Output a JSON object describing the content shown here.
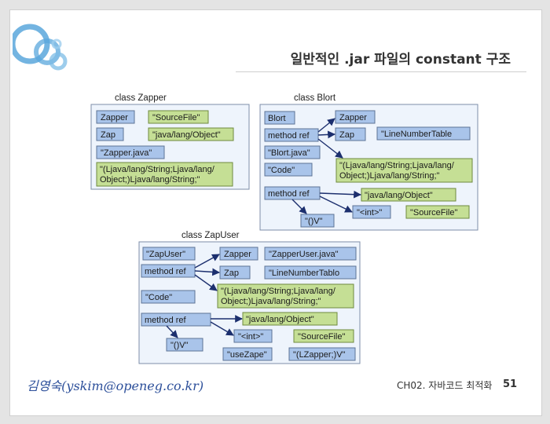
{
  "slide": {
    "title": "일반적인 .jar 파일의 constant 구조",
    "author": "김영숙(yskim@openeg.co.kr)",
    "chapter": "CH02. 자바코드 최적화",
    "page": "51"
  },
  "colors": {
    "blue_box": "#a9c4ea",
    "green_box": "#c5df95",
    "container": "#eef4fc",
    "arrow": "#1c2f6e",
    "logo": "#5aa7dc"
  },
  "classes": {
    "zapper": {
      "title": "class Zapper",
      "boxes": {
        "zapper": "Zapper",
        "sourcefile": "\"SourceFile\"",
        "zap": "Zap",
        "object": "\"java/lang/Object\"",
        "zapper_java": "\"Zapper.java\"",
        "sig_line1": "\"(Ljava/lang/String;Ljava/lang/",
        "sig_line2": "Object;)Ljava/lang/String;\""
      }
    },
    "blort": {
      "title": "class Blort",
      "boxes": {
        "blort": "Blort",
        "zapper": "Zapper",
        "method_ref1": "method ref",
        "zap": "Zap",
        "line_number_table": "\"LineNumberTable",
        "blort_java": "\"Blort.java\"",
        "sig_line1": "\"(Ljava/lang/String;Ljava/lang/",
        "sig_line2": "Object;)Ljava/lang/String;\"",
        "code": "\"Code\"",
        "method_ref2": "method ref",
        "object": "\"java/lang/Object\"",
        "init": "\"<int>\"",
        "sourcefile": "\"SourceFile\"",
        "void_sig": "\"()V\""
      }
    },
    "zapuser": {
      "title": "class ZapUser",
      "boxes": {
        "zapuser": "\"ZapUser\"",
        "zapper": "Zapper",
        "zapperuser_java": "\"ZapperUser.java\"",
        "method_ref1": "method ref",
        "zap": "Zap",
        "line_number_table": "\"LineNumberTablo",
        "sig_line1": "\"(Ljava/lang/String;Ljava/lang/",
        "sig_line2": "Object;)Ljava/lang/String;\"",
        "code": "\"Code\"",
        "method_ref2": "method ref",
        "object": "\"java/lang/Object\"",
        "init": "\"<int>\"",
        "sourcefile": "\"SourceFile\"",
        "void_sig": "\"()V\"",
        "usezap": "\"useZape\"",
        "lzapper": "\"(LZapper;)V\""
      }
    }
  }
}
